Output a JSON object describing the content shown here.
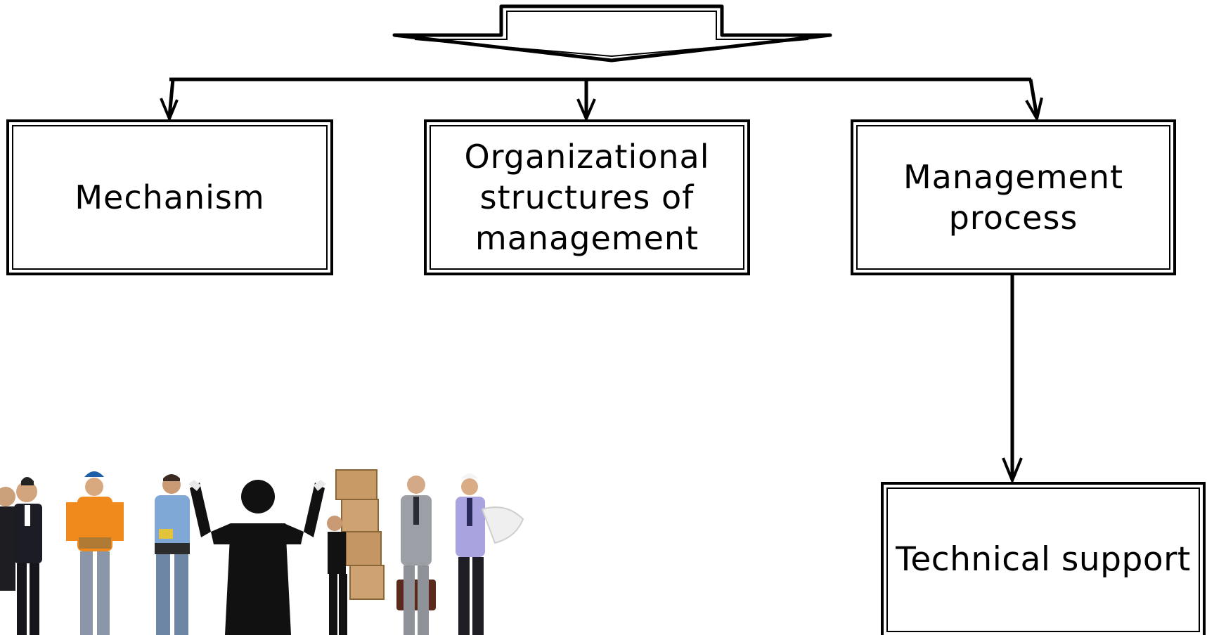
{
  "diagram": {
    "boxes": {
      "mechanism": "Mechanism",
      "organizational": "Organizational\nstructures of\nmanagement",
      "management_process": "Management\nprocess",
      "technical_support": "Technical support"
    },
    "image": {
      "icon": "people-of-various-professions-icon"
    }
  }
}
